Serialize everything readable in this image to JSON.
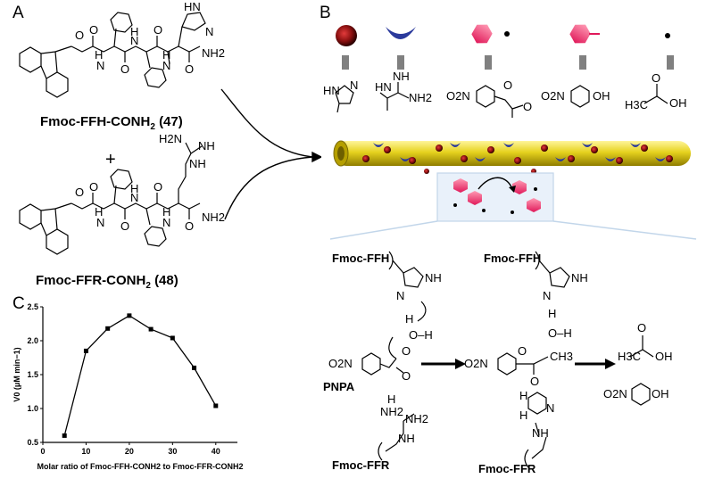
{
  "panels": {
    "a": "A",
    "b": "B",
    "c": "C"
  },
  "molecules": {
    "m47": "Fmoc-FFH-CONH",
    "m47_sub": "2",
    "m47_num": "(47)",
    "plus": "+",
    "m48": "Fmoc-FFR-CONH",
    "m48_sub": "2",
    "m48_num": "(48)"
  },
  "atoms": {
    "o": "O",
    "h": "H",
    "n": "N",
    "nh": "NH",
    "nh2": "NH2",
    "hn": "HN",
    "h2n": "H2N",
    "oh": "OH",
    "o2n": "O2N",
    "h3c": "H3C",
    "ch3": "CH3"
  },
  "legend_icons": [
    "red-sphere",
    "blue-crescent",
    "pink-hexagon-with-dot",
    "pink-hexagon-with-stick",
    "black-dot"
  ],
  "mechanism": {
    "ffh_left": "Fmoc-FFH",
    "ffh_right": "Fmoc-FFH",
    "ffr_left": "Fmoc-FFR",
    "ffr_right": "Fmoc-FFR",
    "pnpa": "PNPA",
    "water_left": "O–H",
    "water_right": "O–H"
  },
  "chart_data": {
    "type": "line",
    "x": [
      5,
      10,
      15,
      20,
      25,
      30,
      35,
      40
    ],
    "series": [
      {
        "values": [
          0.6,
          1.85,
          2.18,
          2.37,
          2.17,
          2.04,
          1.6,
          1.04
        ]
      }
    ],
    "xlim": [
      0,
      45
    ],
    "ylim": [
      0.5,
      2.5
    ],
    "xticks": [
      "0",
      "10",
      "20",
      "30",
      "40"
    ],
    "yticks": [
      "0.5",
      "1.0",
      "1.5",
      "2.0",
      "2.5"
    ],
    "xlabel": "Molar ratio of Fmoc-FFH-CONH2 to Fmoc-FFR-CONH2",
    "ylabel": "V0 (μM min−1)",
    "marker": "square",
    "grid": false
  }
}
